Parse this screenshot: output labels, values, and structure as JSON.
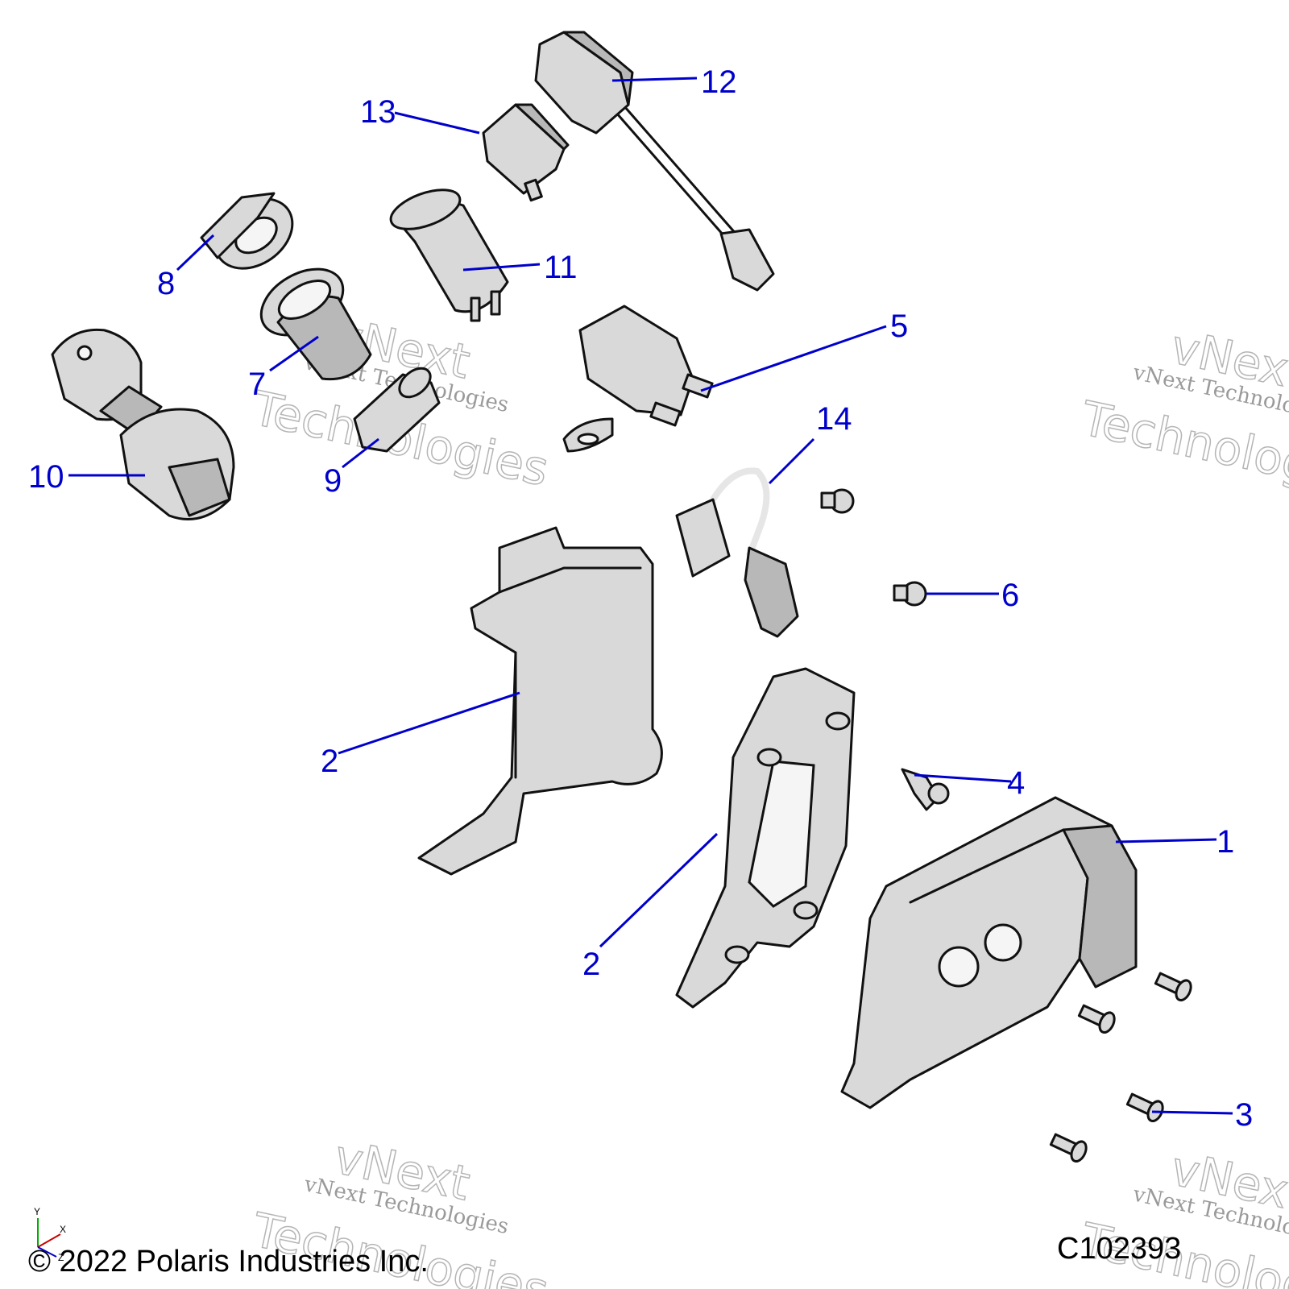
{
  "callouts": [
    {
      "id": "1",
      "label": "1"
    },
    {
      "id": "2a",
      "label": "2"
    },
    {
      "id": "2b",
      "label": "2"
    },
    {
      "id": "3",
      "label": "3"
    },
    {
      "id": "4",
      "label": "4"
    },
    {
      "id": "5",
      "label": "5"
    },
    {
      "id": "6",
      "label": "6"
    },
    {
      "id": "7",
      "label": "7"
    },
    {
      "id": "8",
      "label": "8"
    },
    {
      "id": "9",
      "label": "9"
    },
    {
      "id": "10",
      "label": "10"
    },
    {
      "id": "11",
      "label": "11"
    },
    {
      "id": "12",
      "label": "12"
    },
    {
      "id": "13",
      "label": "13"
    },
    {
      "id": "14",
      "label": "14"
    }
  ],
  "watermark": {
    "line1": "vNext Technologies",
    "line2": "vNext",
    "line3": "Technologies"
  },
  "footer": {
    "copyright": "© 2022 Polaris Industries Inc.",
    "figure_id": "C102393"
  },
  "axis": {
    "y": "Y",
    "x": "X",
    "z": "Z"
  },
  "colors": {
    "callout": "#0000cc",
    "part_fill": "#d9d9d9",
    "outline": "#111111"
  }
}
